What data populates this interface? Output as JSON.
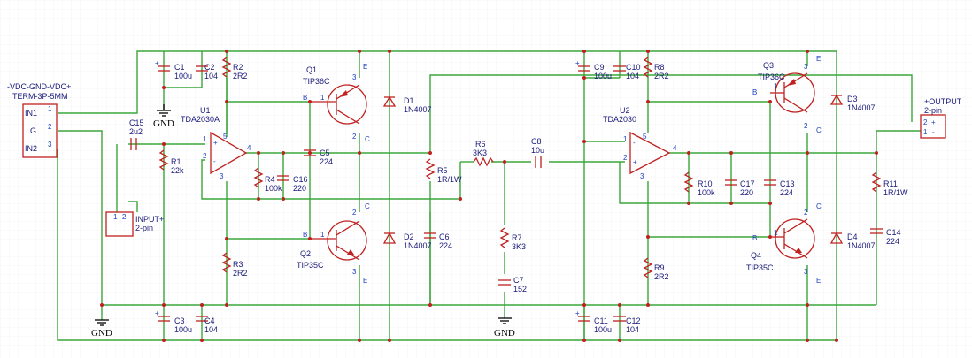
{
  "connector_in": {
    "title": "-VDC-GND-VDC+",
    "part": "TERM-3P-5MM",
    "pin1": "IN1",
    "pin2": "G",
    "pin3": "IN2",
    "n1": "1",
    "n2": "2",
    "n3": "3"
  },
  "input": {
    "name": "INPUT+",
    "part": "2-pin",
    "n1": "1",
    "n2": "2"
  },
  "output": {
    "name": "+OUTPUT",
    "part": "2-pin",
    "n2": "2",
    "n1": "1",
    "plus": "+",
    "minus": "-"
  },
  "gnd": "GND",
  "ch1": {
    "c1": {
      "ref": "C1",
      "val": "100u"
    },
    "c2": {
      "ref": "C2",
      "val": "104"
    },
    "r2": {
      "ref": "R2",
      "val": "2R2"
    },
    "q1": {
      "ref": "Q1",
      "val": "TIP36C"
    },
    "u1": {
      "ref": "U1",
      "val": "TDA2030A"
    },
    "d1": {
      "ref": "D1",
      "val": "1N4007"
    },
    "c15": {
      "ref": "C15",
      "val": "2u2"
    },
    "r1": {
      "ref": "R1",
      "val": "22k"
    },
    "c5": {
      "ref": "C5",
      "val": "224"
    },
    "r4": {
      "ref": "R4",
      "val": "100k"
    },
    "c16": {
      "ref": "C16",
      "val": "220"
    },
    "r5": {
      "ref": "R5",
      "val": "1R/1W"
    },
    "q2": {
      "ref": "Q2",
      "val": "TIP35C"
    },
    "d2": {
      "ref": "D2",
      "val": "1N4007"
    },
    "c6": {
      "ref": "C6",
      "val": "224"
    },
    "r3": {
      "ref": "R3",
      "val": "2R2"
    },
    "c3": {
      "ref": "C3",
      "val": "100u"
    },
    "c4": {
      "ref": "C4",
      "val": "104"
    }
  },
  "mid": {
    "r6": {
      "ref": "R6",
      "val": "3K3"
    },
    "c8": {
      "ref": "C8",
      "val": "10u"
    },
    "r7": {
      "ref": "R7",
      "val": "3K3"
    },
    "c7": {
      "ref": "C7",
      "val": "152"
    }
  },
  "ch2": {
    "c9": {
      "ref": "C9",
      "val": "100u"
    },
    "c10": {
      "ref": "C10",
      "val": "104"
    },
    "r8": {
      "ref": "R8",
      "val": "2R2"
    },
    "q3": {
      "ref": "Q3",
      "val": "TIP36C"
    },
    "u2": {
      "ref": "U2",
      "val": "TDA2030"
    },
    "d3": {
      "ref": "D3",
      "val": "1N4007"
    },
    "r10": {
      "ref": "R10",
      "val": "100k"
    },
    "c17": {
      "ref": "C17",
      "val": "220"
    },
    "c13": {
      "ref": "C13",
      "val": "224"
    },
    "r11": {
      "ref": "R11",
      "val": "1R/1W"
    },
    "q4": {
      "ref": "Q4",
      "val": "TIP35C"
    },
    "d4": {
      "ref": "D4",
      "val": "1N4007"
    },
    "c14": {
      "ref": "C14",
      "val": "224"
    },
    "r9": {
      "ref": "R9",
      "val": "2R2"
    },
    "c11": {
      "ref": "C11",
      "val": "100u"
    },
    "c12": {
      "ref": "C12",
      "val": "104"
    }
  },
  "pins": {
    "b": "B",
    "e": "E",
    "c": "C",
    "one": "1",
    "two": "2",
    "three": "3",
    "four": "4",
    "five": "5",
    "plus": "+",
    "minus": "-"
  }
}
